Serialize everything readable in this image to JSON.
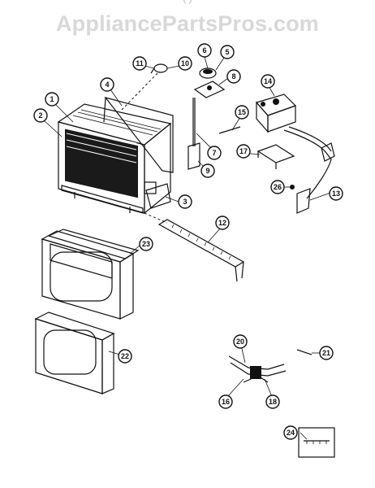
{
  "header": {
    "watermark_text": "AppliancePartsPros.com",
    "top_fragment": "(            )"
  },
  "diagram": {
    "line_color": "#111111",
    "callouts": [
      "1",
      "2",
      "3",
      "4",
      "5",
      "6",
      "7",
      "8",
      "9",
      "10",
      "11",
      "12",
      "13",
      "14",
      "15",
      "16",
      "17",
      "18",
      "20",
      "21",
      "22",
      "23",
      "24",
      "26"
    ]
  }
}
